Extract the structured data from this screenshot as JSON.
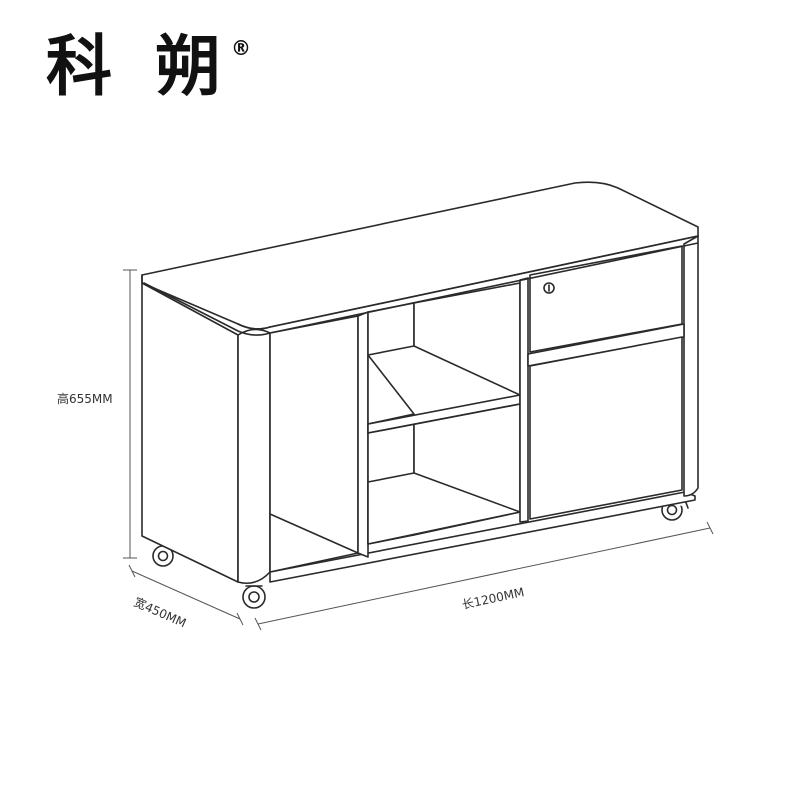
{
  "brand": {
    "name": "科 朔",
    "mark": "®"
  },
  "dimensions": {
    "height": "高655MM",
    "width": "宽450MM",
    "length": "长1200MM"
  },
  "colors": {
    "line": "#2a2a2a",
    "fill": "#ffffff",
    "text": "#333333"
  }
}
